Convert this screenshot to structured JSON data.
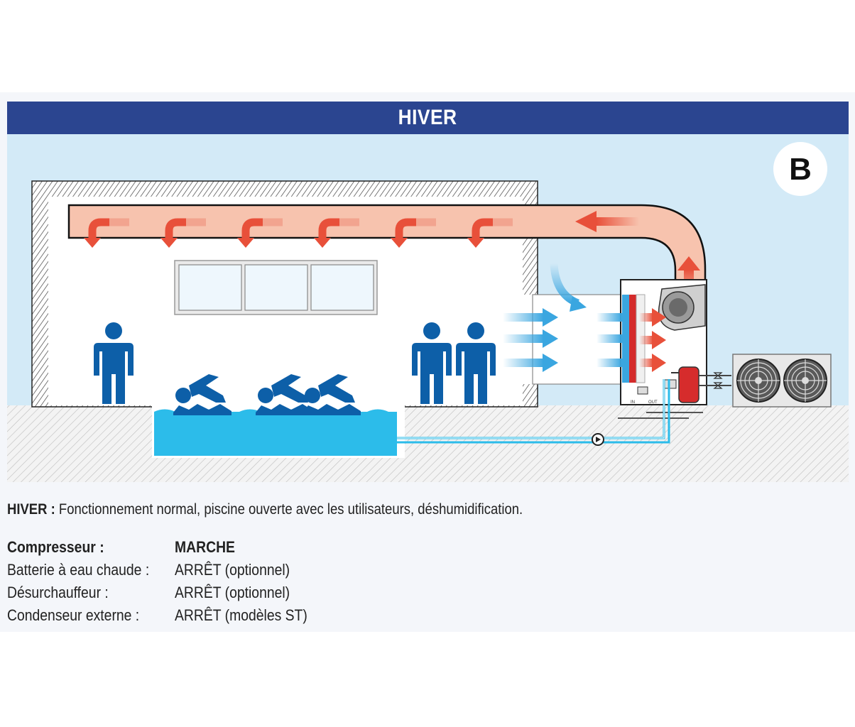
{
  "header": {
    "title": "HIVER"
  },
  "badge": {
    "letter": "B"
  },
  "description": {
    "label": "HIVER :",
    "text": " Fonctionnement normal, piscine ouverte avec les utilisateurs, déshumidification."
  },
  "labels": {
    "in": "IN",
    "out": "OUT"
  },
  "status_rows": [
    {
      "label": "Compresseur :",
      "value": "MARCHE"
    },
    {
      "label": "Batterie à eau chaude :",
      "value": "ARRÊT (optionnel)"
    },
    {
      "label": "Désurchauffeur :",
      "value": "ARRÊT (optionnel)"
    },
    {
      "label": "Condenseur externe :",
      "value": "ARRÊT (modèles ST)"
    }
  ],
  "colors": {
    "header_bg": "#2b4590",
    "sky": "#d3eaf7",
    "person": "#0d5fa8",
    "pool": "#2cbcea",
    "warm_arrow": "#e8503a",
    "cold_arrow": "#3aa6e0",
    "duct": "#f7c3ae"
  }
}
